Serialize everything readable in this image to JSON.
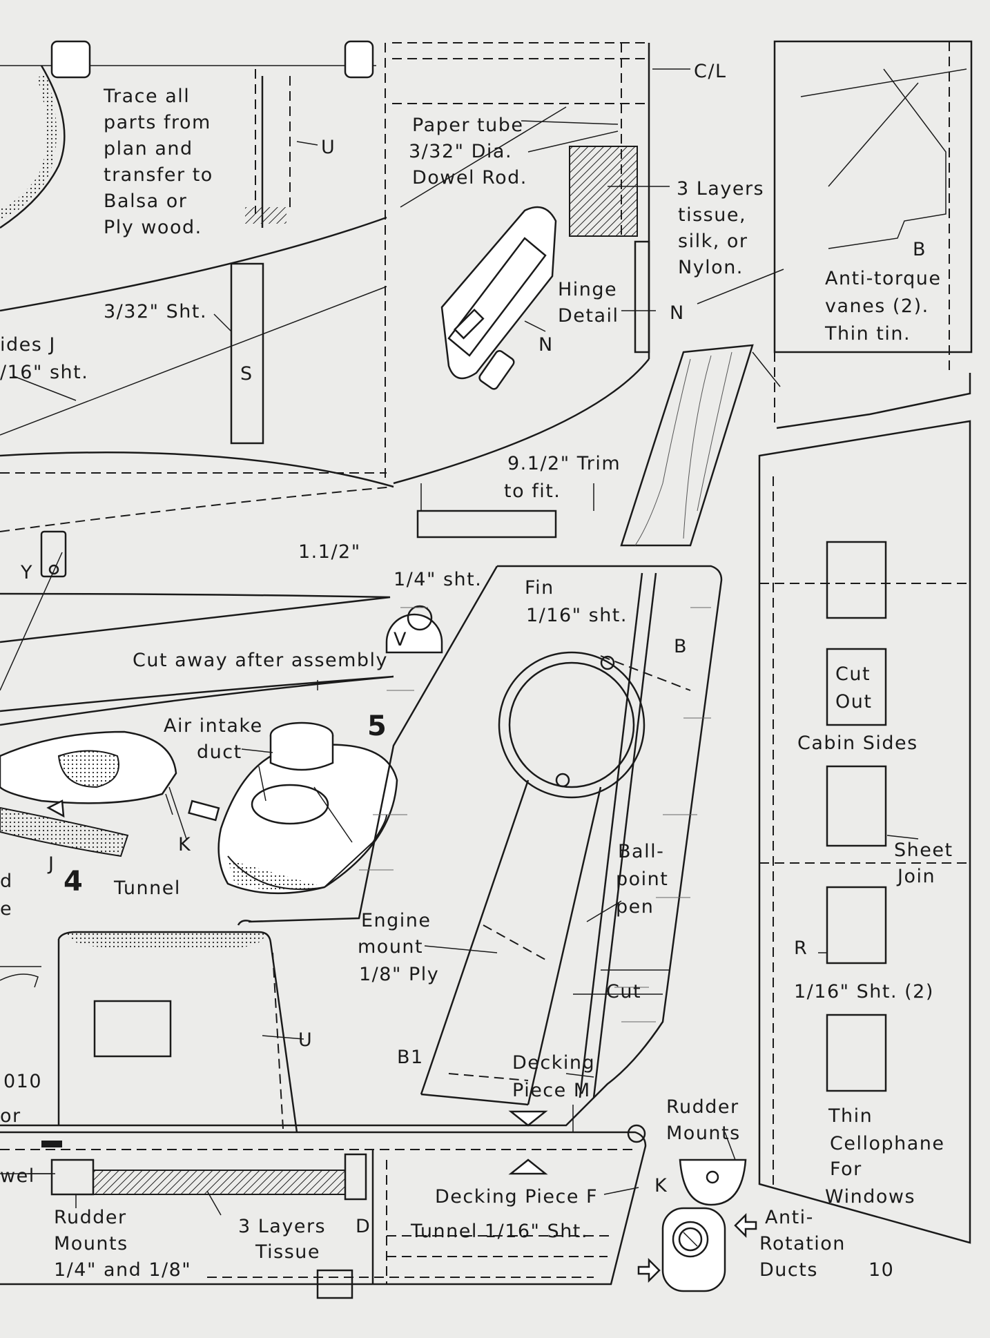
{
  "page_number": "10",
  "assembly_steps": {
    "step4": "4",
    "step5": "5"
  },
  "labels": {
    "trace_parts": [
      "Trace all",
      "parts from",
      "plan and",
      "transfer to",
      "Balsa or",
      "Ply wood."
    ],
    "u_top": "U",
    "sht_3_32": "3/32\" Sht.",
    "s_part": "S",
    "sides_j": [
      "ides J",
      "/16\" sht."
    ],
    "paper_tube": [
      "Paper tube",
      "3/32\" Dia.",
      "Dowel Rod."
    ],
    "center_line": "C/L",
    "tissue_layers": [
      "3 Layers",
      "tissue,",
      "silk, or",
      "Nylon."
    ],
    "hinge_detail": [
      "Hinge",
      "Detail"
    ],
    "n_right": "N",
    "n_hinge": "N",
    "b_vane": "B",
    "anti_torque": [
      "Anti-torque",
      "vanes (2).",
      "Thin tin."
    ],
    "trim": [
      "9.1/2\" Trim",
      "to fit."
    ],
    "dim_1_5": "1.1/2\"",
    "y_part": "Y",
    "sht_1_4": "1/4\" sht.",
    "v_part": "V",
    "cut_away": "Cut away after assembly",
    "fin": [
      "Fin",
      "1/16\" sht."
    ],
    "b_fin": "B",
    "air_intake": [
      "Air intake",
      "duct"
    ],
    "k_part": "K",
    "j_part": "J",
    "tunnel": "Tunnel",
    "left_edge_d": "d",
    "left_edge_e": "e",
    "ballpoint": [
      "Ball-",
      "point",
      "pen"
    ],
    "engine_mount": [
      "Engine",
      "mount",
      "1/8\" Ply"
    ],
    "cut": "Cut",
    "u_lower": "U",
    "b1_part": "B1",
    "decking_m": [
      "Decking",
      "Piece M"
    ],
    "left_010": "010",
    "left_or": "or",
    "left_dowel": "wel",
    "rudder_mounts_left": [
      "Rudder",
      "Mounts",
      "1/4\" and 1/8\""
    ],
    "three_layers_tissue": [
      "3 Layers",
      "Tissue"
    ],
    "d_part": "D",
    "decking_f": "Decking Piece F",
    "tunnel_sht": "Tunnel 1/16\" Sht.",
    "rudder_mounts_right": [
      "Rudder",
      "Mounts"
    ],
    "k_lower": "K",
    "anti_rotation": [
      "Anti-",
      "Rotation",
      "Ducts"
    ],
    "cut_out": [
      "Cut",
      "Out"
    ],
    "cabin_sides": "Cabin Sides",
    "sheet_join": [
      "Sheet",
      "Join"
    ],
    "r_part": "R",
    "sht_1_16_2": "1/16\" Sht. (2)",
    "cellophane": [
      "Thin",
      "Cellophane",
      "For",
      "Windows"
    ]
  }
}
